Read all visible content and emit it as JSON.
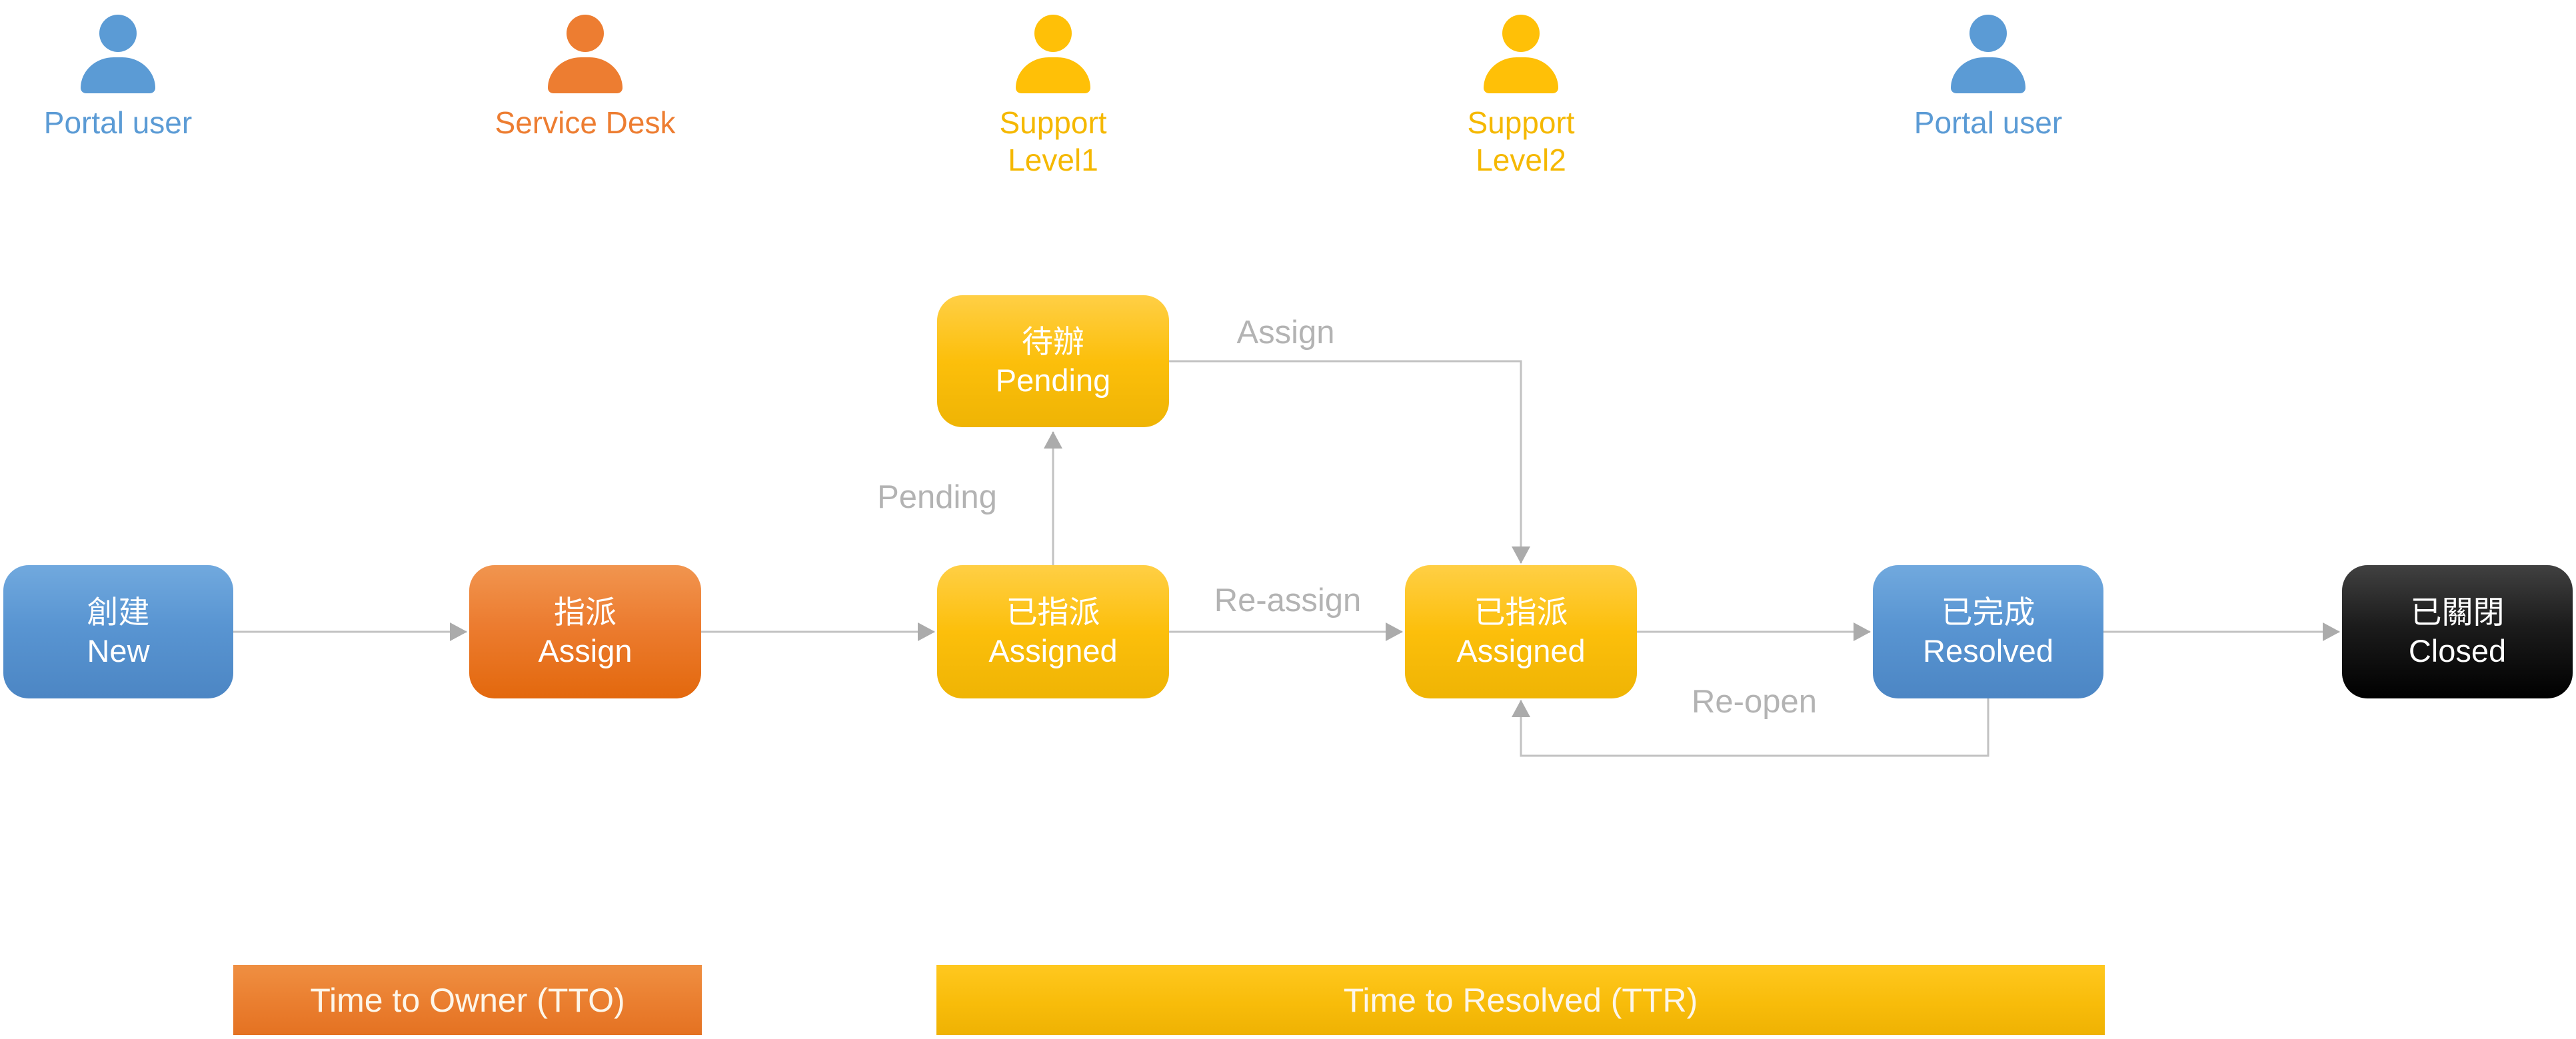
{
  "diagram": {
    "actors": [
      {
        "line1": "Portal user"
      },
      {
        "line1": "Service Desk"
      },
      {
        "line1": "Support",
        "line2": "Level1"
      },
      {
        "line1": "Support",
        "line2": "Level2"
      },
      {
        "line1": "Portal user"
      }
    ],
    "states": [
      {
        "zh": "創建",
        "en": "New"
      },
      {
        "zh": "指派",
        "en": "Assign"
      },
      {
        "zh": "已指派",
        "en": "Assigned"
      },
      {
        "zh": "待辦",
        "en": "Pending"
      },
      {
        "zh": "已指派",
        "en": "Assigned"
      },
      {
        "zh": "已完成",
        "en": "Resolved"
      },
      {
        "zh": "已關閉",
        "en": "Closed"
      }
    ],
    "edge_labels": {
      "pending": "Pending",
      "assign": "Assign",
      "reassign": "Re-assign",
      "reopen": "Re-open"
    },
    "bars": [
      {
        "label": "Time to Owner (TTO)"
      },
      {
        "label": "Time to Resolved (TTR)"
      }
    ],
    "colors": {
      "blue": "#5B9BD5",
      "orange": "#ED7D31",
      "gold": "#FFC000",
      "closed_black": "#000000",
      "arrow_line": "#C2C2C2",
      "arrow_head": "#ABABAB",
      "edge_label_gray": "#B3B3B3"
    }
  }
}
